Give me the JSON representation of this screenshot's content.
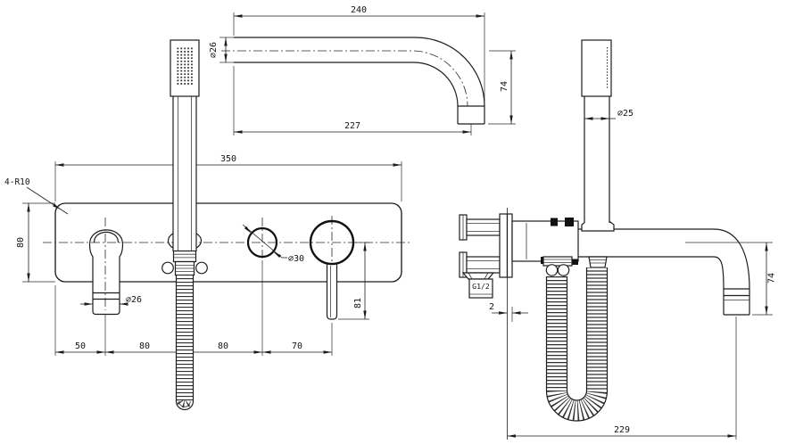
{
  "colors": {
    "ink": "#1d1d1d",
    "background": "#ffffff"
  },
  "drawing": {
    "views": {
      "spout_profile": {
        "dims": {
          "overall": "240",
          "to_outlet": "227",
          "drop": "74",
          "tube_dia": "⌀26"
        }
      },
      "front": {
        "dims": {
          "plate_width": "350",
          "plate_height": "80",
          "corner_radius": "4-R10",
          "spout_dia": "⌀26",
          "diverter_dia": "⌀30",
          "handle_length": "81",
          "pitch_1": "50",
          "pitch_2": "80",
          "pitch_3": "80",
          "pitch_4": "70"
        }
      },
      "side": {
        "dims": {
          "handset_dia": "⌀25",
          "connection": "G1/2",
          "wall_gap": "2",
          "spout_drop": "74",
          "spout_reach": "229"
        }
      }
    }
  }
}
